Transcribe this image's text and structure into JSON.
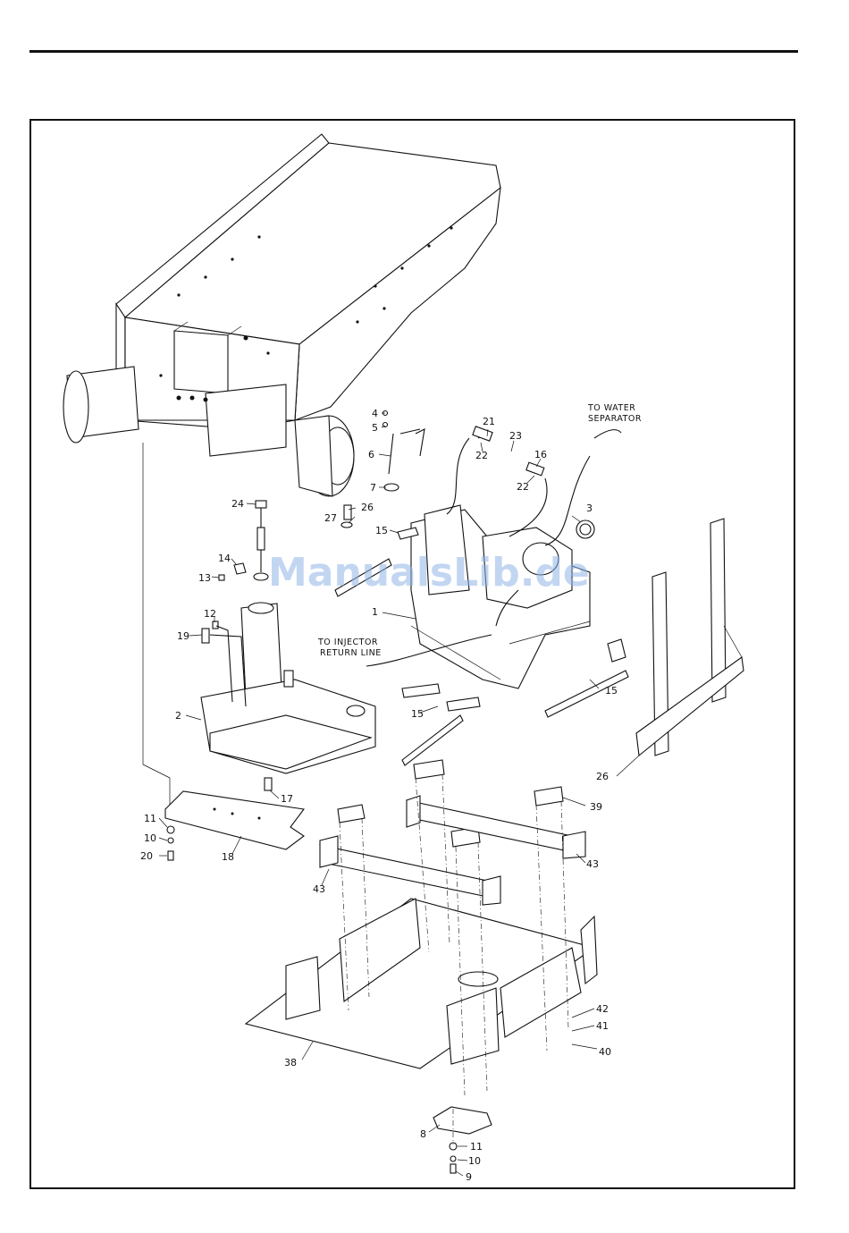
{
  "watermark": "ManualsLib.de",
  "notes": {
    "water_separator_1": "TO WATER",
    "water_separator_2": "SEPARATOR",
    "injector_return_1": "TO INJECTOR",
    "injector_return_2": "RETURN LINE"
  },
  "callouts": {
    "c4": "4",
    "c5": "5",
    "c6": "6",
    "c7": "7",
    "c21": "21",
    "c22a": "22",
    "c23": "23",
    "c16": "16",
    "c22b": "22",
    "c3": "3",
    "c24": "24",
    "c27": "27",
    "c26a": "26",
    "c15a": "15",
    "c14": "14",
    "c13": "13",
    "c12": "12",
    "c19": "19",
    "c1": "1",
    "c2": "2",
    "c15b": "15",
    "c15c": "15",
    "c26b": "26",
    "c17": "17",
    "c11a": "11",
    "c10a": "10",
    "c20": "20",
    "c18": "18",
    "c39": "39",
    "c43a": "43",
    "c43b": "43",
    "c42": "42",
    "c41": "41",
    "c40": "40",
    "c38": "38",
    "c8": "8",
    "c11b": "11",
    "c10b": "10",
    "c9": "9"
  }
}
